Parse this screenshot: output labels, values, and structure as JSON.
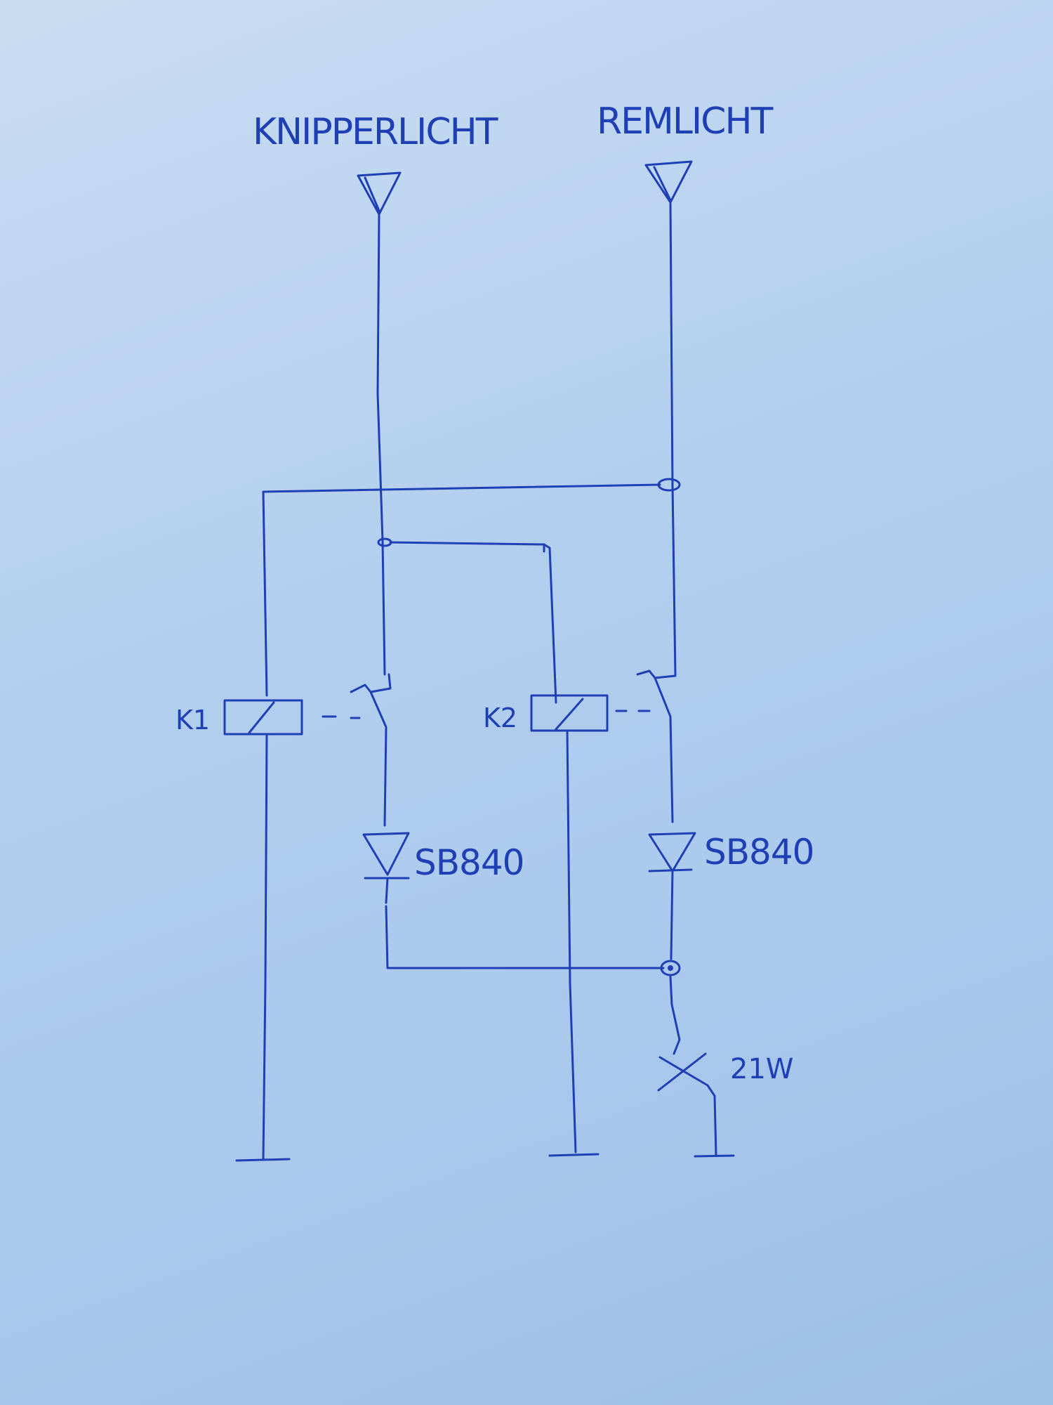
{
  "labels": {
    "input_left": "KNIPPERLICHT",
    "input_right": "REMLICHT",
    "relay_1": "K1",
    "relay_2": "K2",
    "diode_left": "SB840",
    "diode_right": "SB840",
    "lamp": "21W"
  },
  "colors": {
    "paper": "#b3cfee",
    "ink": "#1f3fb5"
  }
}
